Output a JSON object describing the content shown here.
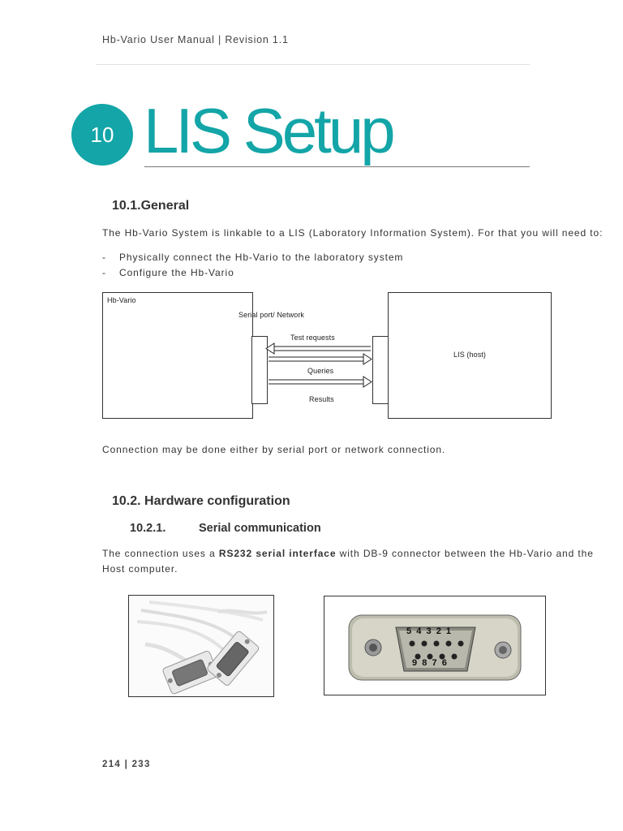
{
  "header": {
    "text": "Hb-Vario User Manual | Revision 1.1"
  },
  "chapter": {
    "number": "10",
    "title": "LIS Setup"
  },
  "section_general": {
    "heading": "10.1.General",
    "intro": "The Hb-Vario System is linkable to a LIS (Laboratory Information System). For that you will need to:",
    "bullets": [
      {
        "dash": "-",
        "text": "Physically connect the Hb-Vario to the laboratory system"
      },
      {
        "dash": "-",
        "text": "Configure the Hb-Vario"
      }
    ]
  },
  "diagram": {
    "left_box_label": "Hb-Vario",
    "port_label": "Serial port/ Network",
    "right_box_label": "LIS (host)",
    "arrows": [
      {
        "label": "Test requests"
      },
      {
        "label": "Queries"
      },
      {
        "label": "Results"
      }
    ]
  },
  "connection_note": "Connection may be done either by serial port or network connection.",
  "section_hardware": {
    "heading": "10.2. Hardware configuration",
    "sub_number": "10.2.1.",
    "sub_title": "Serial communication",
    "para_pre": "The connection uses a ",
    "para_bold": "RS232 serial interface",
    "para_post_line1": " with DB-9 connector between the Hb-Vario and the",
    "para_line2": "Host computer."
  },
  "connector_pins": {
    "top": "5  4  3  2  1",
    "bottom": "9  8  7  6"
  },
  "footer": {
    "page": "214 | 233"
  }
}
